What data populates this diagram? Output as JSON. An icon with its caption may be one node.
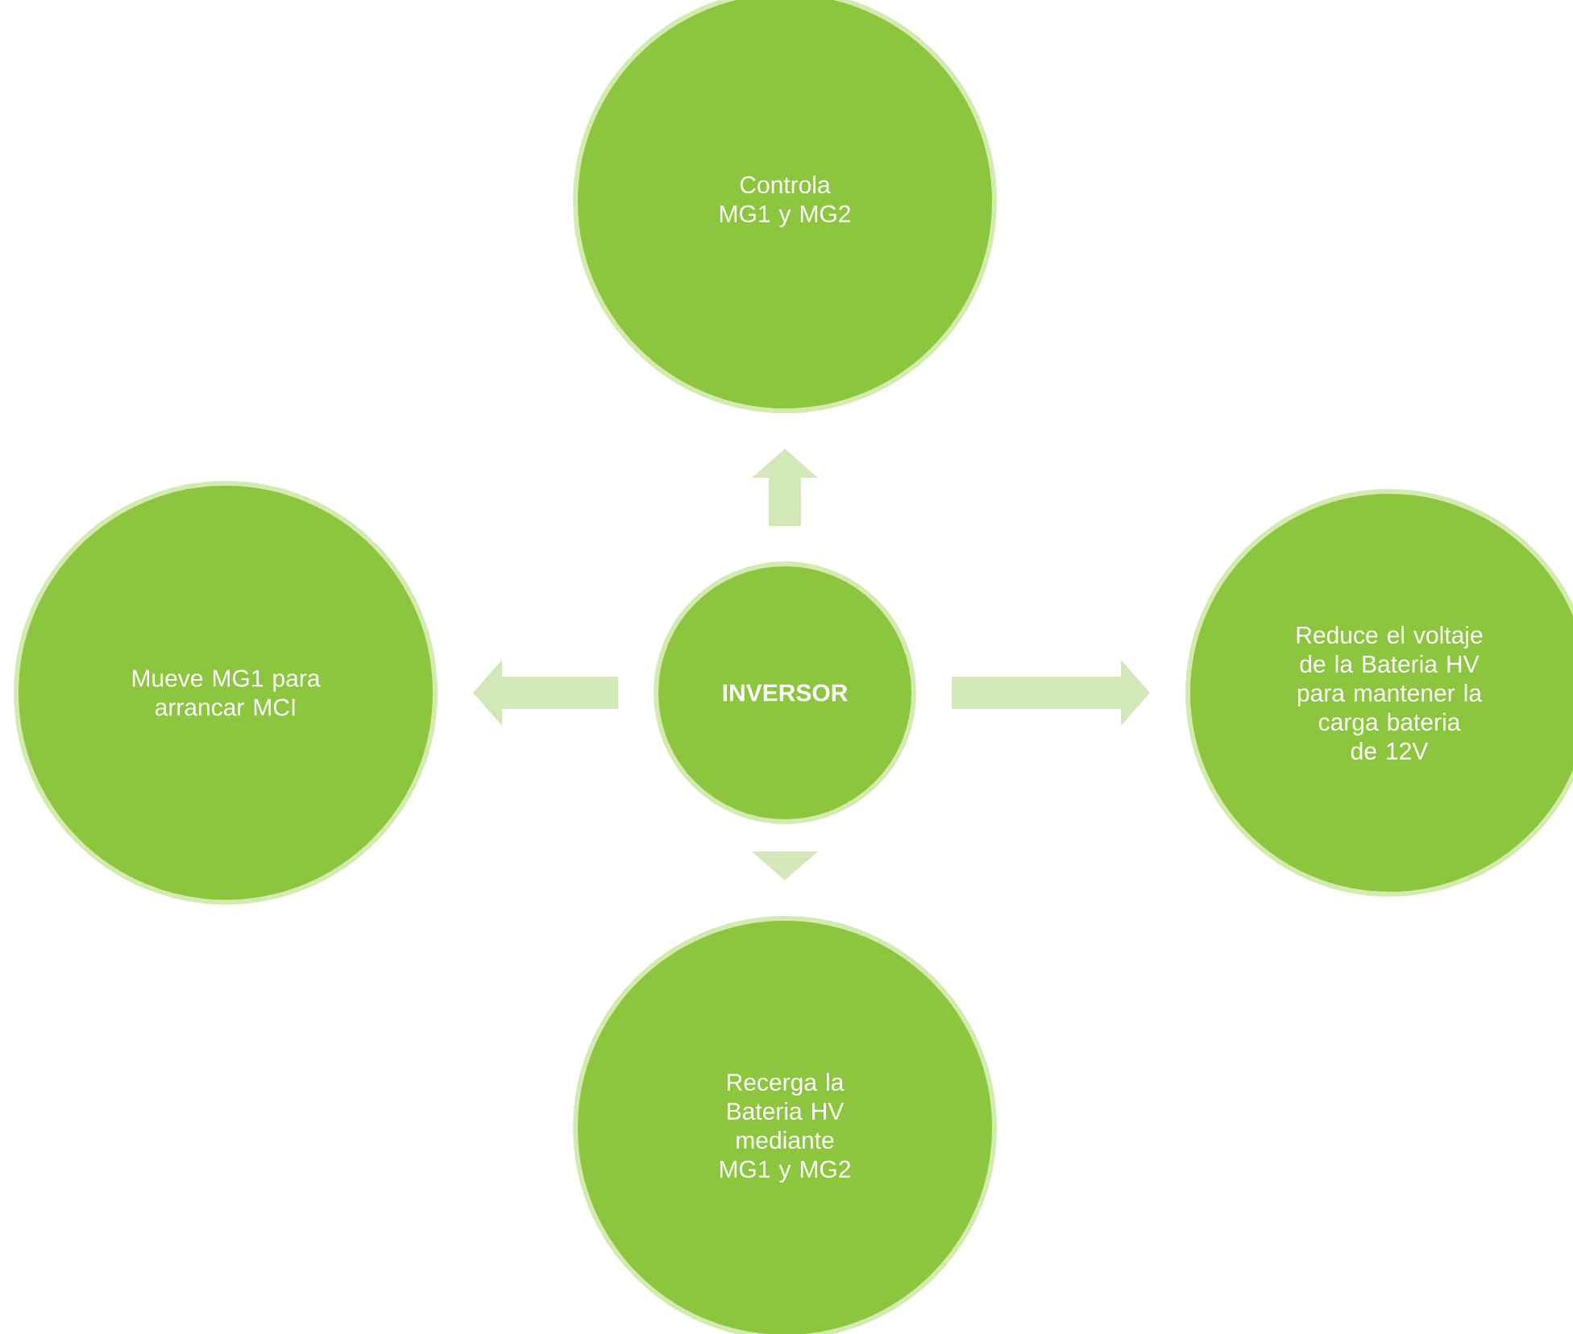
{
  "diagram": {
    "nodes": [
      {
        "text": [
          "INVERSOR"
        ]
      },
      {
        "text": [
          "Controla MG1 y MG2"
        ]
      },
      {
        "text": [
          "Mueve MG1 para arrancar MCI"
        ]
      },
      {
        "text": [
          "Reduce el voltaje de la Bateria HV para mantener la carga bateria de 12V"
        ]
      },
      {
        "text": [
          "Recerga la Bateria HV mediante MG1 y MG2"
        ]
      }
    ],
    "edges": [
      {
        "from": 0,
        "to": 1,
        "arrow": "to"
      },
      {
        "from": 0,
        "to": 2,
        "arrow": "to"
      },
      {
        "from": 0,
        "to": 3,
        "arrow": "to"
      },
      {
        "from": 0,
        "to": 4,
        "arrow": "to"
      }
    ]
  }
}
